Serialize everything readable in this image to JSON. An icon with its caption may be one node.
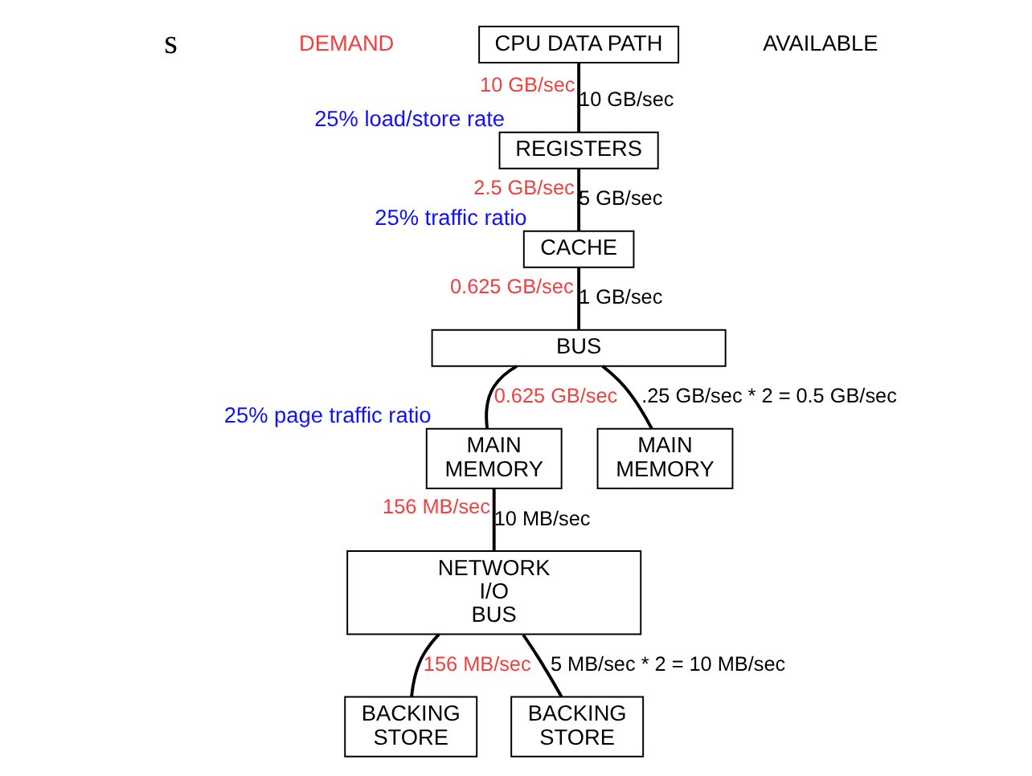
{
  "diagram": {
    "nodes": [
      {
        "text": [
          "CPU DATA PATH"
        ]
      },
      {
        "text": [
          "REGISTERS"
        ],
        "beside": [
          "25% load/store rate"
        ]
      },
      {
        "text": [
          "CACHE"
        ],
        "beside": [
          "25% traffic ratio"
        ]
      },
      {
        "text": [
          "BUS"
        ]
      },
      {
        "text": [
          "MAIN MEMORY"
        ],
        "beside": [
          "25% page traffic ratio"
        ]
      },
      {
        "text": [
          "MAIN MEMORY"
        ]
      },
      {
        "text": [
          "NETWORK I/O BUS"
        ]
      },
      {
        "text": [
          "BACKING STORE"
        ]
      },
      {
        "text": [
          "BACKING STORE"
        ]
      }
    ],
    "edges": [
      {
        "from": 0,
        "to": 1,
        "arrow": "none",
        "label": "10 GB/sec"
      },
      {
        "from": 1,
        "to": 2,
        "arrow": "none",
        "label": "5 GB/sec"
      },
      {
        "from": 2,
        "to": 3,
        "arrow": "none",
        "label": "1 GB/sec"
      },
      {
        "from": 3,
        "to": 4,
        "arrow": "none",
        "label": "0.625 GB/sec"
      },
      {
        "from": 3,
        "to": 5,
        "arrow": "none",
        "label": ".25 GB/sec * 2 = 0.5 GB/sec"
      },
      {
        "from": 4,
        "to": 6,
        "arrow": "none",
        "label": "10 MB/sec"
      },
      {
        "from": 6,
        "to": 7,
        "arrow": "none",
        "label": "156 MB/sec"
      },
      {
        "from": 6,
        "to": 8,
        "arrow": "none",
        "label": "5 MB/sec * 2 = 10 MB/sec"
      }
    ],
    "labels": [
      "s",
      "DEMAND",
      "AVAILABLE",
      "10 GB/sec",
      "2.5 GB/sec",
      "0.625 GB/sec",
      "156 MB/sec"
    ]
  }
}
